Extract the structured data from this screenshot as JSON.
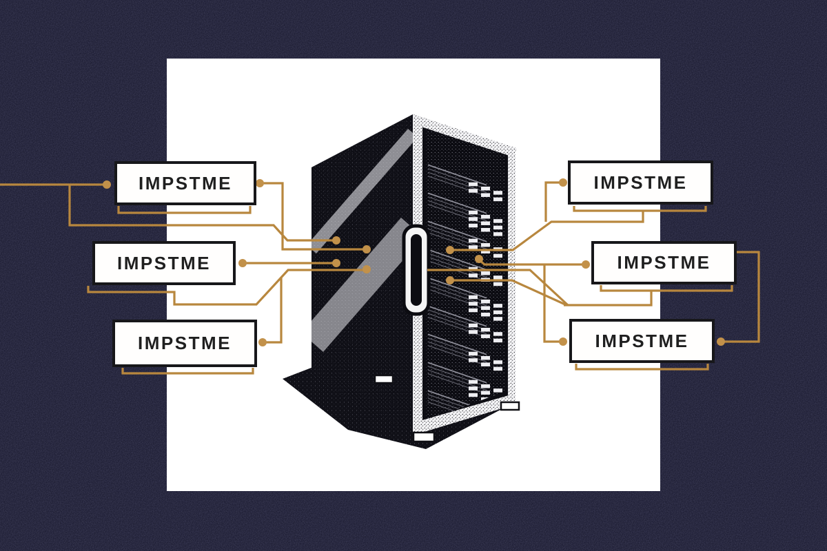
{
  "diagram": {
    "type": "server-callout-diagram",
    "center_illustration": "server-tower",
    "labels": [
      {
        "id": "left-top",
        "text": "IMPSTME"
      },
      {
        "id": "left-middle",
        "text": "IMPSTME"
      },
      {
        "id": "left-bottom",
        "text": "IMPSTME"
      },
      {
        "id": "right-top",
        "text": "IMPSTME"
      },
      {
        "id": "right-middle",
        "text": "IMPSTME"
      },
      {
        "id": "right-bottom",
        "text": "IMPSTME"
      }
    ],
    "colors": {
      "background": "#20203a",
      "panel": "#ffffff",
      "connector_line": "#b8873e",
      "connector_dot": "#c2914a",
      "box_border": "#17171a",
      "label_text": "#1f1f1f",
      "tower_dark": "#0d0d13",
      "tower_stripe": "#c6c6ca"
    }
  }
}
